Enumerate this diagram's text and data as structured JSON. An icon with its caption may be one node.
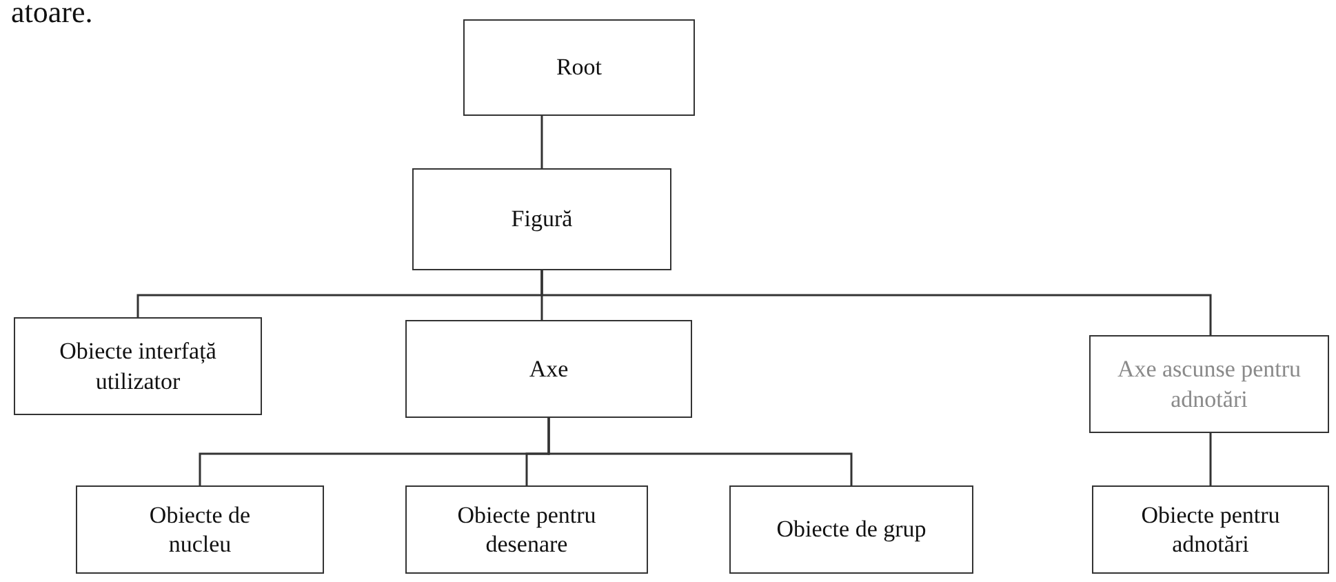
{
  "diagram": {
    "nodes": [
      {
        "text": [
          "Root"
        ]
      },
      {
        "text": [
          "Figură"
        ]
      },
      {
        "text": [
          "Obiecte interfață utilizator"
        ]
      },
      {
        "text": [
          "Axe"
        ]
      },
      {
        "text": [
          "Axe ascunse pentru adnotări"
        ]
      },
      {
        "text": [
          "Obiecte de nucleu"
        ]
      },
      {
        "text": [
          "Obiecte pentru desenare"
        ]
      },
      {
        "text": [
          "Obiecte de grup"
        ]
      },
      {
        "text": [
          "Obiecte pentru adnotări"
        ]
      }
    ],
    "edges": [
      {
        "from": 0,
        "to": 1,
        "arrow": "none"
      },
      {
        "from": 1,
        "to": 2,
        "arrow": "none"
      },
      {
        "from": 1,
        "to": 3,
        "arrow": "none"
      },
      {
        "from": 1,
        "to": 4,
        "arrow": "none"
      },
      {
        "from": 3,
        "to": 5,
        "arrow": "none"
      },
      {
        "from": 3,
        "to": 6,
        "arrow": "none"
      },
      {
        "from": 3,
        "to": 7,
        "arrow": "none"
      },
      {
        "from": 4,
        "to": 8,
        "arrow": "none"
      }
    ],
    "labels": [
      "atoare."
    ]
  }
}
